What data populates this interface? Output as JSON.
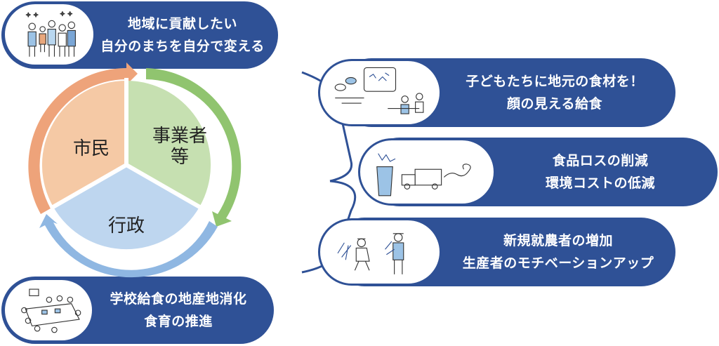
{
  "diagram": {
    "segments": [
      {
        "label": "市民",
        "fill": "#f5c9a5",
        "arrow": "#eea37a"
      },
      {
        "label": "事業者\n等",
        "fill": "#c6e0b1",
        "arrow": "#90c46f"
      },
      {
        "label": "行政",
        "fill": "#bed6ef",
        "arrow": "#8fb7e2"
      }
    ]
  },
  "boxes": {
    "citizen": {
      "line1": "地域に貢献したい",
      "line2": "自分のまちを自分で変える"
    },
    "admin": {
      "line1": "学校給食の地産地消化",
      "line2": "食育の推進"
    },
    "benefits": [
      {
        "line1": "子どもたちに地元の食材を！",
        "line2": "顔の見える給食"
      },
      {
        "line1": "食品ロスの削減",
        "line2": "環境コストの低減"
      },
      {
        "line1": "新規就農者の増加",
        "line2": "生産者のモチベーションアップ"
      }
    ]
  },
  "colors": {
    "navy": "#2f5196",
    "connector": "#2f5196"
  }
}
